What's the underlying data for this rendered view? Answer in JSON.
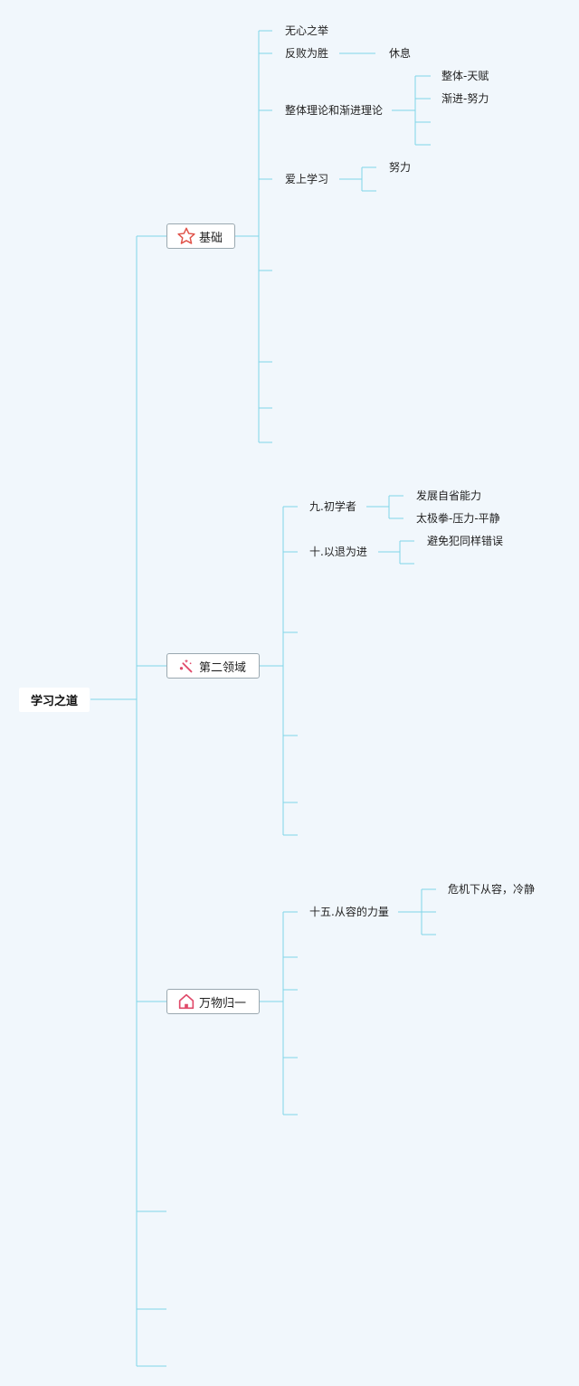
{
  "root": {
    "label": "学习之道"
  },
  "branches": [
    {
      "label": "基础",
      "icon": "star-icon",
      "icon_color": "#e0534a"
    },
    {
      "label": "第二领域",
      "icon": "magic-wand-icon",
      "icon_color": "#e04a6a"
    },
    {
      "label": "万物归一",
      "icon": "home-icon",
      "icon_color": "#e04a6a"
    }
  ],
  "nodes": {
    "wuxinzhiju": "无心之举",
    "fanbaiweisheng": "反败为胜",
    "xiuxi": "休息",
    "zhengti_lilun": "整体理论和渐进理论",
    "zhengti_tianfu": "整体-天赋",
    "jianjin_nuli": "渐进-努力",
    "aishang_xuexi": "爱上学习",
    "nuli": "努力",
    "chuxuezhe": "九.初学者",
    "fazhan": "发展自省能力",
    "taijiquan": "太极拳-压力-平静",
    "yituiweijin": "十.以退为进",
    "bimian": "避免犯同样错误",
    "congrong": "十五.从容的力量",
    "weiji": "危机下从容，冷静"
  },
  "colors": {
    "background": "#f1f7fc",
    "line": "#7fd6e8",
    "branch_border": "#9aa8b0"
  }
}
